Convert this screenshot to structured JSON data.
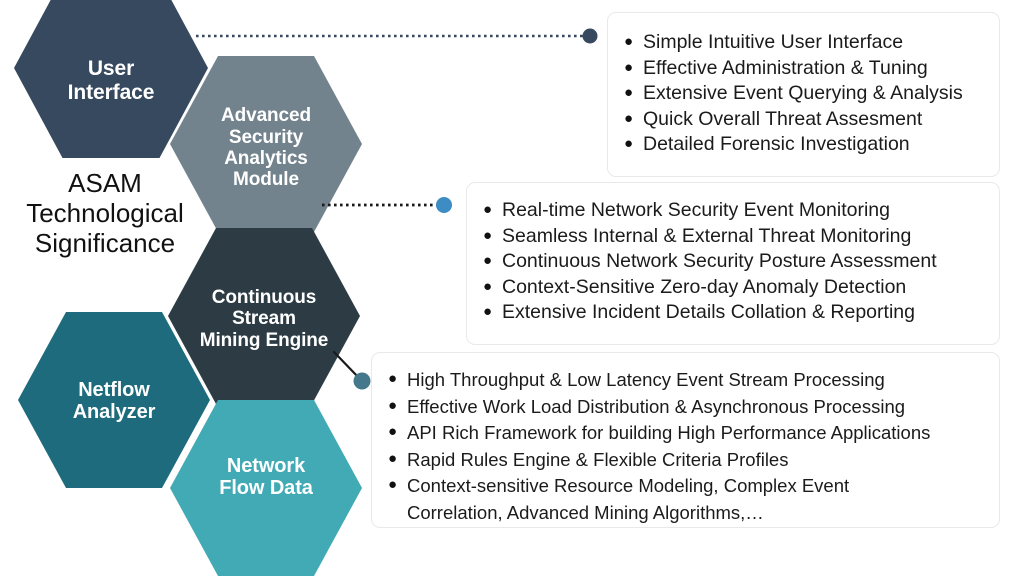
{
  "diagram": {
    "center_title": "ASAM\nTechnological\nSignificance",
    "nodes": [
      {
        "id": "user-interface",
        "label": "User\nInterface",
        "color": "#36495e"
      },
      {
        "id": "advanced-security",
        "label": "Advanced\nSecurity\nAnalytics\nModule",
        "color": "#72838d"
      },
      {
        "id": "continuous-stream",
        "label": "Continuous\nStream\nMining Engine",
        "color": "#2d3c44"
      },
      {
        "id": "netflow-analyzer",
        "label": "Netflow\nAnalyzer",
        "color": "#1d6b7c"
      },
      {
        "id": "network-flow-data",
        "label": "Network\nFlow Data",
        "color": "#42aab5"
      }
    ],
    "connectors": [
      {
        "id": "connector-user-interface",
        "style": "dotted",
        "dot_color": "#36495e"
      },
      {
        "id": "connector-security-analytics",
        "style": "dotted",
        "dot_color": "#3d8dc4"
      },
      {
        "id": "connector-stream-mining",
        "style": "solid",
        "dot_color": "#44788a"
      }
    ],
    "panels": [
      {
        "id": "panel-user-interface",
        "items": [
          "Simple Intuitive User Interface",
          "Effective Administration & Tuning",
          "Extensive Event Querying & Analysis",
          "Quick Overall Threat Assesment",
          "Detailed Forensic Investigation"
        ]
      },
      {
        "id": "panel-security-analytics",
        "items": [
          "Real-time Network Security Event Monitoring",
          "Seamless Internal & External Threat Monitoring",
          "Continuous Network Security Posture Assessment",
          "Context-Sensitive Zero-day Anomaly Detection",
          "Extensive Incident Details Collation & Reporting"
        ]
      },
      {
        "id": "panel-stream-mining",
        "items": [
          "High Throughput & Low Latency Event Stream Processing",
          "Effective Work Load Distribution & Asynchronous Processing",
          "API Rich Framework for building High Performance Applications",
          "Rapid Rules Engine & Flexible Criteria Profiles",
          "Context-sensitive Resource Modeling, Complex Event\nCorrelation, Advanced Mining Algorithms,…"
        ]
      }
    ],
    "bullet_glyph": "●"
  }
}
